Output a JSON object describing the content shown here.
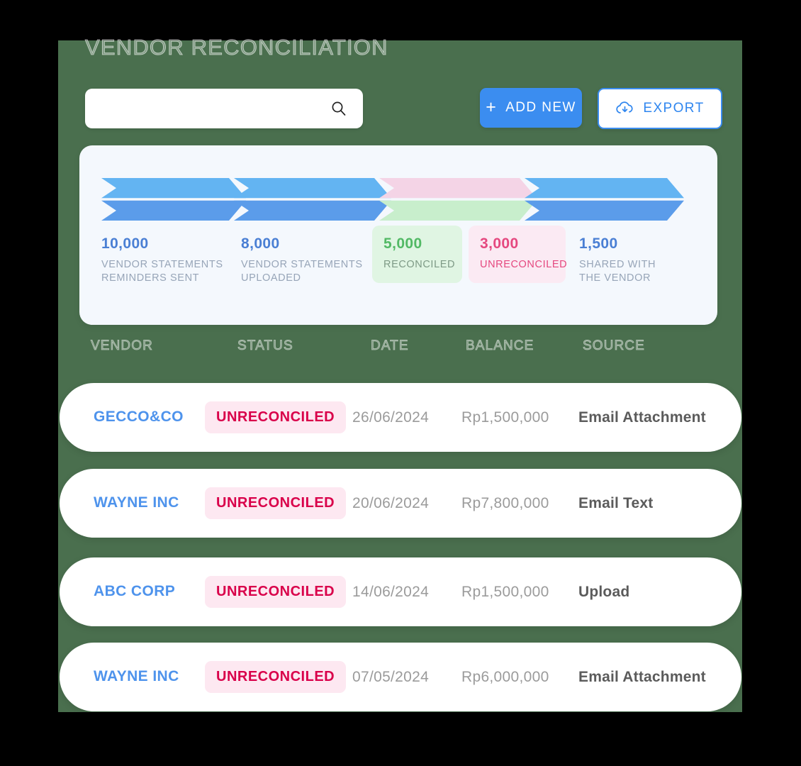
{
  "page": {
    "title": "VENDOR RECONCILIATION",
    "background_color": "#4a6f4e",
    "canvas_color": "#000000"
  },
  "search": {
    "value": "",
    "placeholder": "",
    "icon": "search-icon"
  },
  "toolbar": {
    "add_new_label": "ADD NEW",
    "add_new_icon": "plus-icon",
    "add_new_color": "#3b8df0",
    "export_label": "EXPORT",
    "export_icon": "cloud-download-icon",
    "export_color": "#3b8df0"
  },
  "funnel": {
    "panel_color": "#f4f8fd",
    "arrows": [
      {
        "top_color": "#63b4f2",
        "bottom_color": "#5b9cea"
      },
      {
        "top_color": "#63b4f2",
        "bottom_color": "#5b9cea"
      },
      {
        "top_color": "#f4d4e6",
        "bottom_color": "#c8eecc"
      },
      {
        "top_color": "#63b4f2",
        "bottom_color": "#5b9cea"
      }
    ],
    "stats": [
      {
        "value": "10,000",
        "label": "VENDOR STATEMENTS\nREMINDERS SENT",
        "value_color": "#4a7fd4",
        "label_color": "#97a5b8",
        "card": false
      },
      {
        "value": "8,000",
        "label": "VENDOR STATEMENTS\nUPLOADED",
        "value_color": "#4a7fd4",
        "label_color": "#97a5b8",
        "card": false
      },
      {
        "value": "5,000",
        "label": "RECONCILED",
        "value_color": "#52b965",
        "label_color": "#7e9a86",
        "card": true,
        "card_color": "#e0f5e3"
      },
      {
        "value": "3,000",
        "label": "UNRECONCILED",
        "value_color": "#e5487f",
        "label_color": "#e5487f",
        "card": true,
        "card_color": "#fbeaf3"
      },
      {
        "value": "1,500",
        "label": "SHARED WITH\nTHE VENDOR",
        "value_color": "#4a7fd4",
        "label_color": "#97a5b8",
        "card": false
      }
    ]
  },
  "table": {
    "columns": [
      "VENDOR",
      "STATUS",
      "DATE",
      "BALANCE",
      "SOURCE"
    ],
    "rows": [
      {
        "vendor": "GECCO&CO",
        "status": "UNRECONCILED",
        "date": "26/06/2024",
        "balance": "Rp1,500,000",
        "source": "Email Attachment"
      },
      {
        "vendor": "WAYNE INC",
        "status": "UNRECONCILED",
        "date": "20/06/2024",
        "balance": "Rp7,800,000",
        "source": "Email Text"
      },
      {
        "vendor": "ABC CORP",
        "status": "UNRECONCILED",
        "date": "14/06/2024",
        "balance": "Rp1,500,000",
        "source": "Upload"
      },
      {
        "vendor": "WAYNE INC",
        "status": "UNRECONCILED",
        "date": "07/05/2024",
        "balance": "Rp6,000,000",
        "source": "Email Attachment"
      }
    ],
    "status_badge_bg": "#fde8f1",
    "status_badge_color": "#d9004a",
    "vendor_color": "#4e93ec"
  }
}
